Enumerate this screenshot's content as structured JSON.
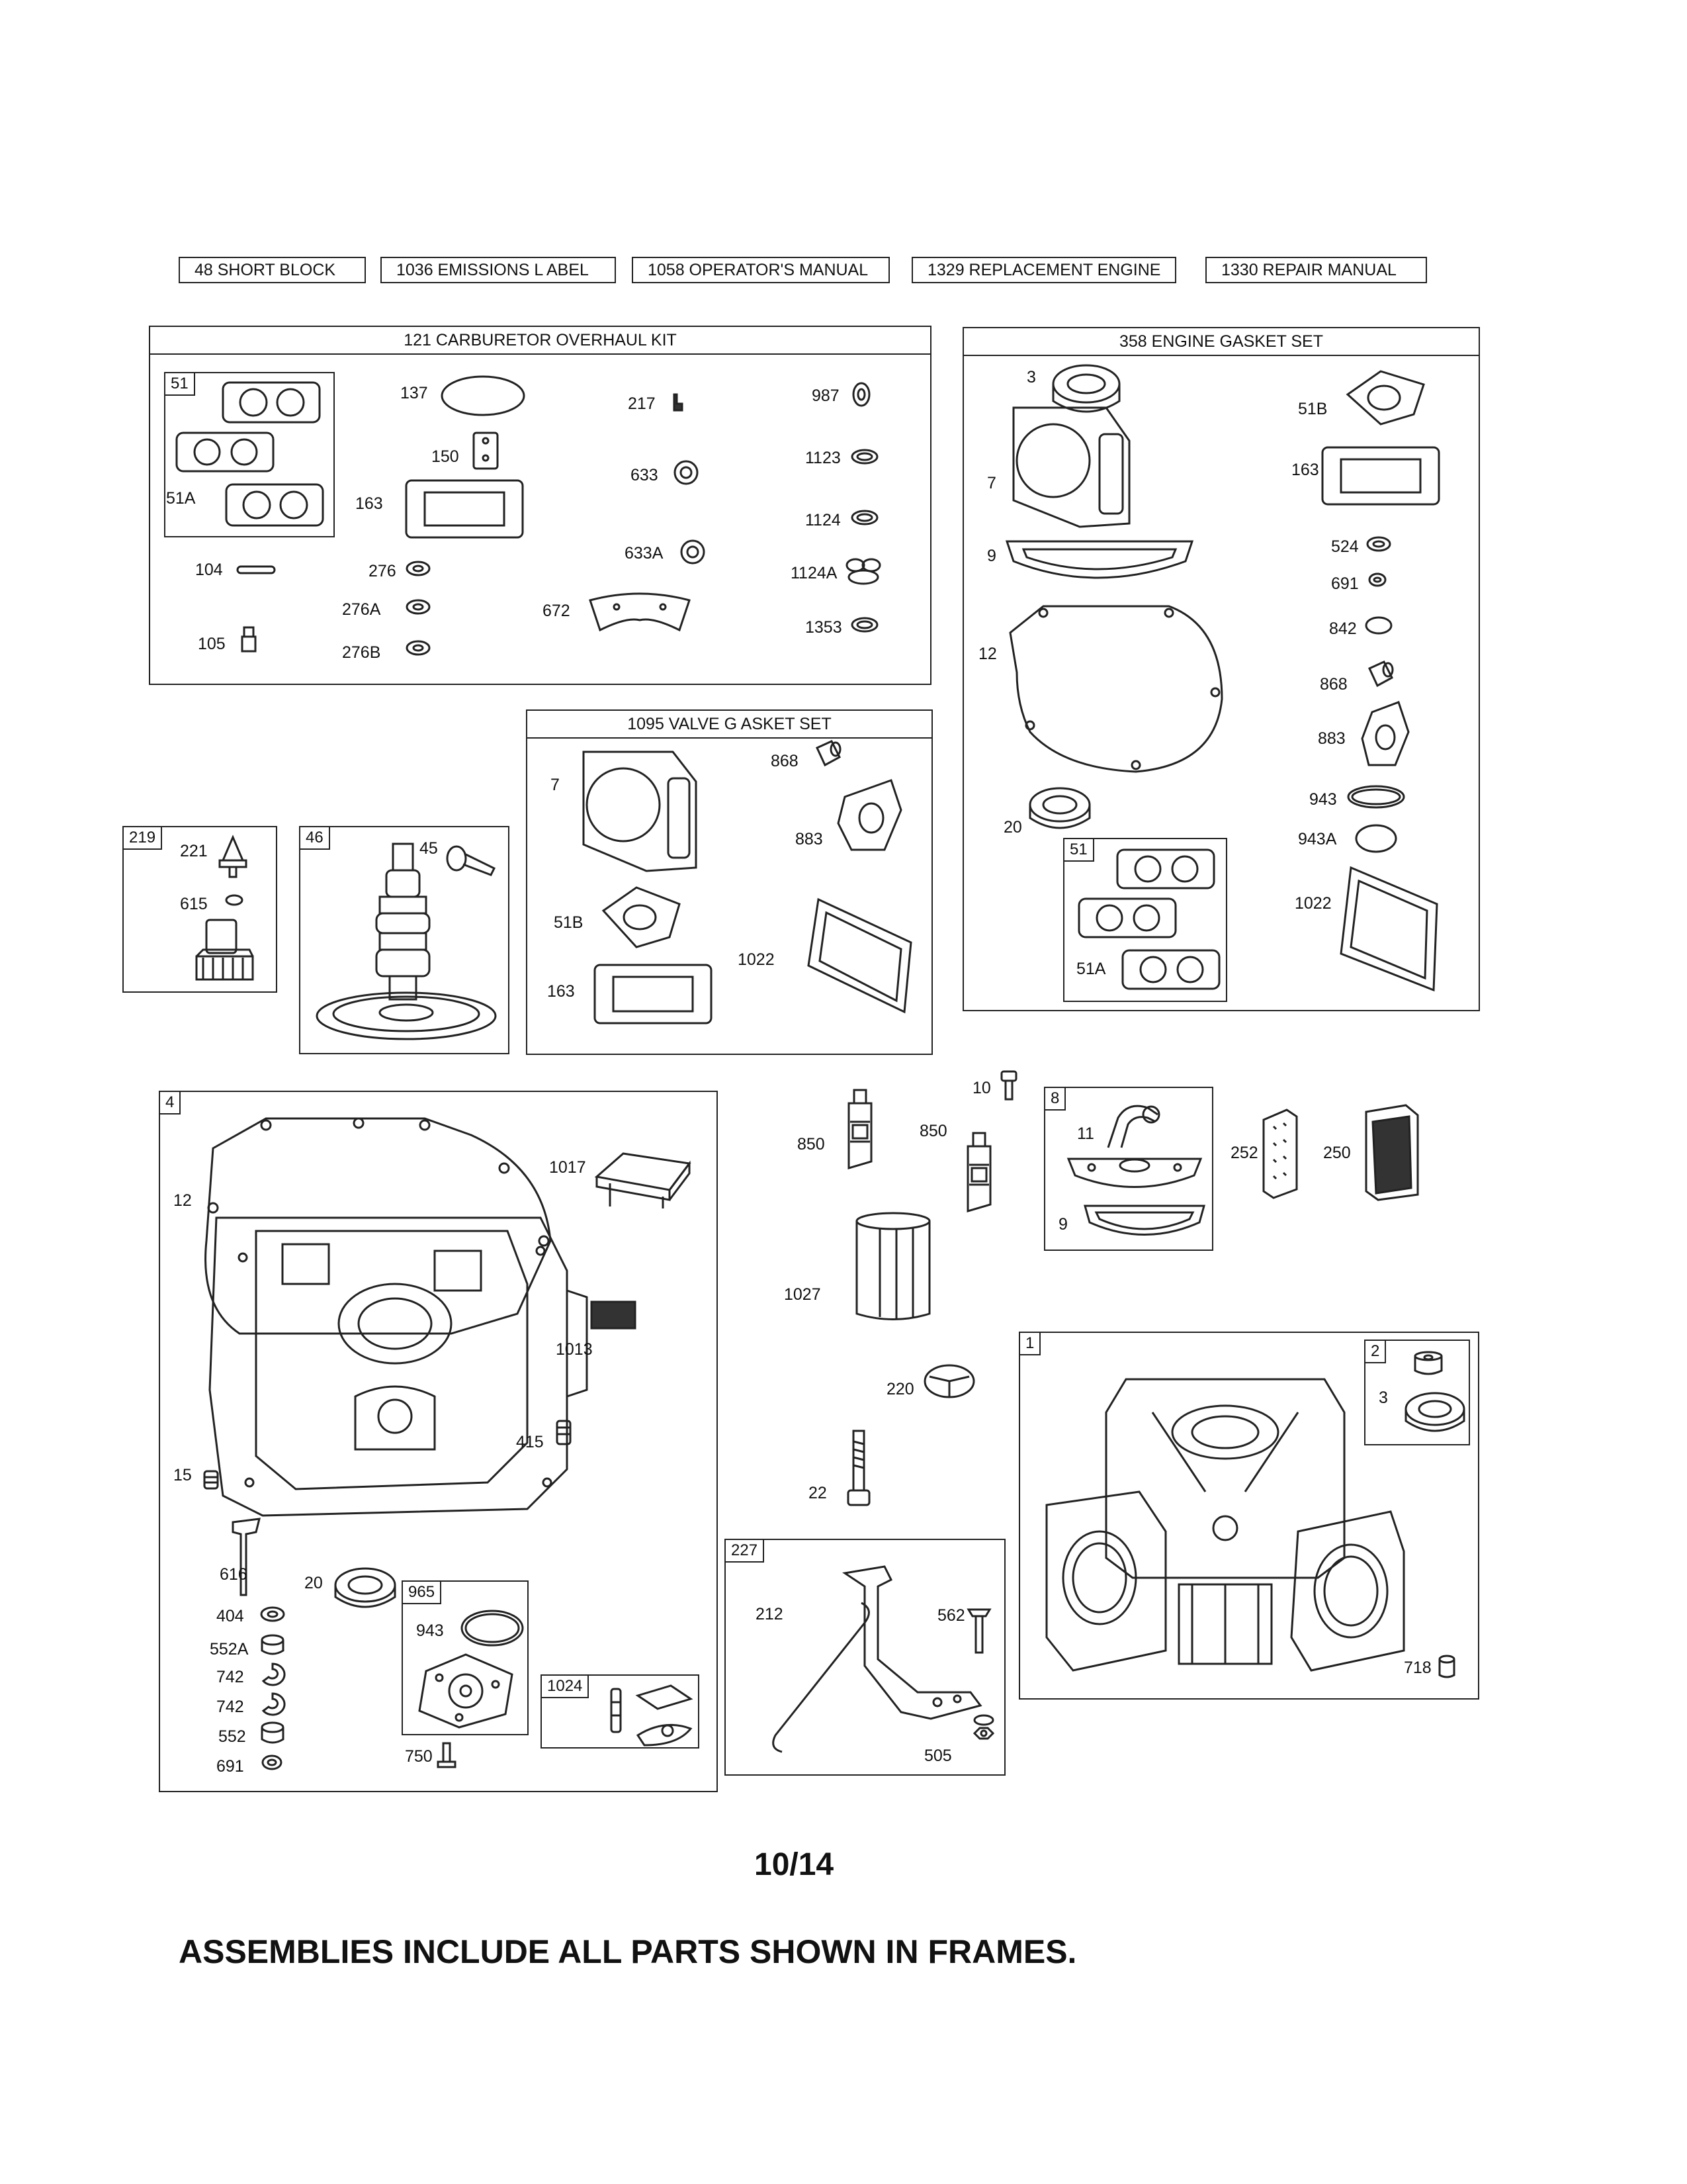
{
  "header_boxes": [
    "48 SHORT BLOCK",
    "1036 EMISSIONS L    ABEL",
    "1058 OPERATOR'S MANUAL",
    "1329 REPLACEMENT ENGINE",
    "1330 REPAIR MANUAL"
  ],
  "carb_kit": {
    "title": "121 CARBURETOR OVERHAUL KIT",
    "sub_tag": "51",
    "labels": [
      "51A",
      "137",
      "150",
      "163",
      "104",
      "276",
      "276A",
      "276B",
      "105",
      "217",
      "633",
      "633A",
      "672",
      "987",
      "1123",
      "1124",
      "1124A",
      "1353"
    ]
  },
  "gasket_set": {
    "title": "358 ENGINE GASKET SET",
    "sub_tag": "51",
    "labels": [
      "3",
      "7",
      "9",
      "12",
      "20",
      "51B",
      "163",
      "524",
      "691",
      "842",
      "868",
      "883",
      "943",
      "943A",
      "1022",
      "51A"
    ]
  },
  "valve_set": {
    "title": "1095 VALVE G    ASKET SET",
    "labels": [
      "7",
      "868",
      "883",
      "51B",
      "163",
      "1022"
    ]
  },
  "frame_219": {
    "tag": "219",
    "labels": [
      "221",
      "615"
    ]
  },
  "frame_46": {
    "tag": "46",
    "labels": [
      "45"
    ]
  },
  "frame_4": {
    "tag": "4",
    "labels": [
      "12",
      "1017",
      "1013",
      "415",
      "15",
      "616",
      "20",
      "404",
      "552A",
      "742",
      "742",
      "552",
      "691",
      "750"
    ],
    "sub_965": {
      "tag": "965",
      "labels": [
        "943"
      ]
    },
    "sub_1024": {
      "tag": "1024"
    }
  },
  "middle_labels": [
    "10",
    "850",
    "850",
    "1027",
    "220",
    "22"
  ],
  "frame_8": {
    "tag": "8",
    "labels": [
      "11",
      "9"
    ]
  },
  "filter_labels": [
    "252",
    "250"
  ],
  "frame_1": {
    "tag": "1",
    "labels": [
      "718"
    ],
    "sub_2": {
      "tag": "2",
      "labels": [
        "3"
      ]
    }
  },
  "frame_227": {
    "tag": "227",
    "labels": [
      "212",
      "562",
      "505"
    ]
  },
  "page_number": "10/14",
  "footer_note": "ASSEMBLIES INCLUDE ALL PARTS SHOWN IN FRAMES."
}
